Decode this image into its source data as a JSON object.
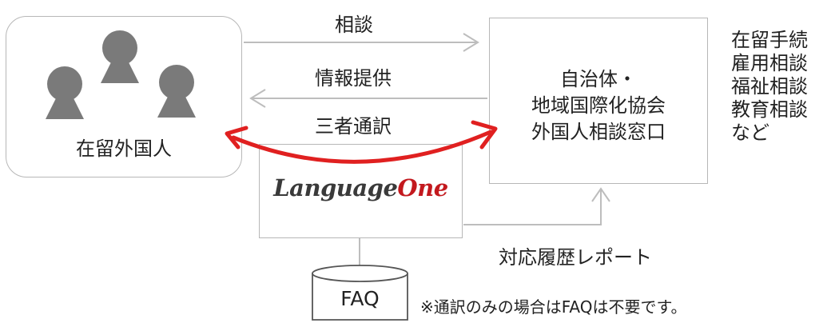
{
  "people_box": {
    "label": "在留外国人"
  },
  "municipality_box": {
    "lines": [
      "自治体・",
      "地域国際化協会",
      "外国人相談窓口"
    ]
  },
  "arrows": {
    "consult_label": "相談",
    "info_label": "情報提供",
    "interpret_label": "三者通訳",
    "report_label": "対応履歴レポート"
  },
  "service": {
    "logo_part1": "Language",
    "logo_part2": "One"
  },
  "faq": {
    "label": "FAQ",
    "note": "※通訳のみの場合はFAQは不要です。"
  },
  "topics": [
    "在留手続",
    "雇用相談",
    "福祉相談",
    "教育相談",
    "など"
  ],
  "colors": {
    "accent_red": "#e02020",
    "logo_dark": "#3a3a3a",
    "logo_red": "#c3191e",
    "icon_gray": "#7a7a7a",
    "line_gray": "#bdbdbd"
  }
}
